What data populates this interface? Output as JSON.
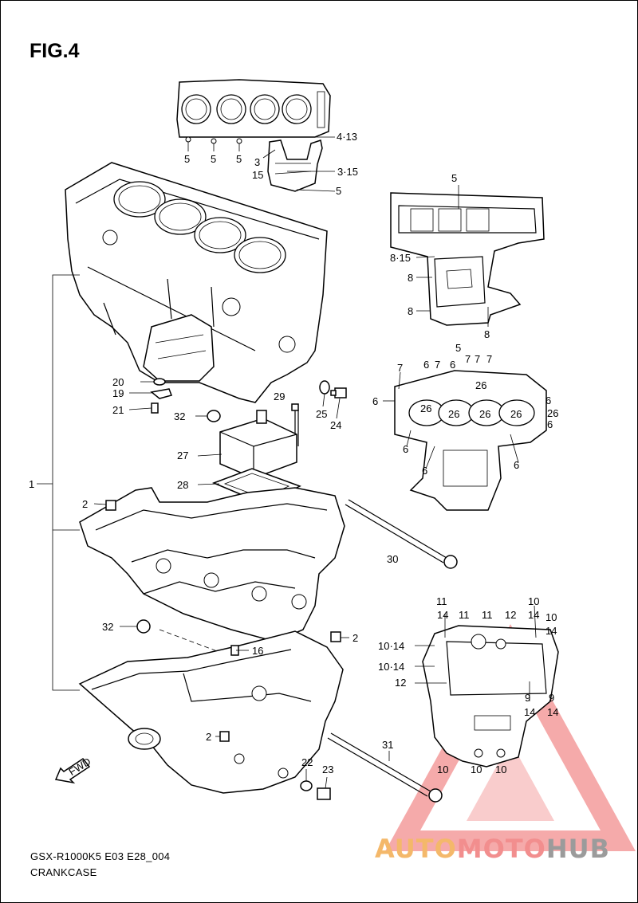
{
  "figure": {
    "title": "FIG.4",
    "model_code": "GSX-R1000K5  E03  E28_004",
    "section_name": "CRANKCASE"
  },
  "watermark": {
    "part_a": "AUTO",
    "part_b": "MOTO",
    "part_c": "HUB",
    "colors": {
      "auto": "#f4b86a",
      "moto": "#f28e8e",
      "hub": "#9b9b9b",
      "triangle": "#f28e8e"
    }
  },
  "fwd_badge": "FWD",
  "part_labels": [
    "5",
    "5",
    "5",
    "3",
    "15",
    "5",
    "4·13",
    "3·15",
    "5",
    "26",
    "8·15",
    "8",
    "8",
    "8",
    "5",
    "7",
    "6",
    "7",
    "7",
    "7",
    "6",
    "7",
    "26",
    "26",
    "6",
    "26",
    "26",
    "26",
    "6",
    "26",
    "6",
    "6",
    "6",
    "6",
    "20",
    "19",
    "21",
    "29",
    "25",
    "24",
    "32",
    "27",
    "28",
    "1",
    "2",
    "30",
    "11",
    "14",
    "11",
    "11",
    "12",
    "10",
    "14",
    "10",
    "14",
    "10·14",
    "10·14",
    "12",
    "9",
    "14",
    "9",
    "14",
    "32",
    "2",
    "16",
    "31",
    "2",
    "22",
    "23",
    "10",
    "10",
    "10"
  ]
}
